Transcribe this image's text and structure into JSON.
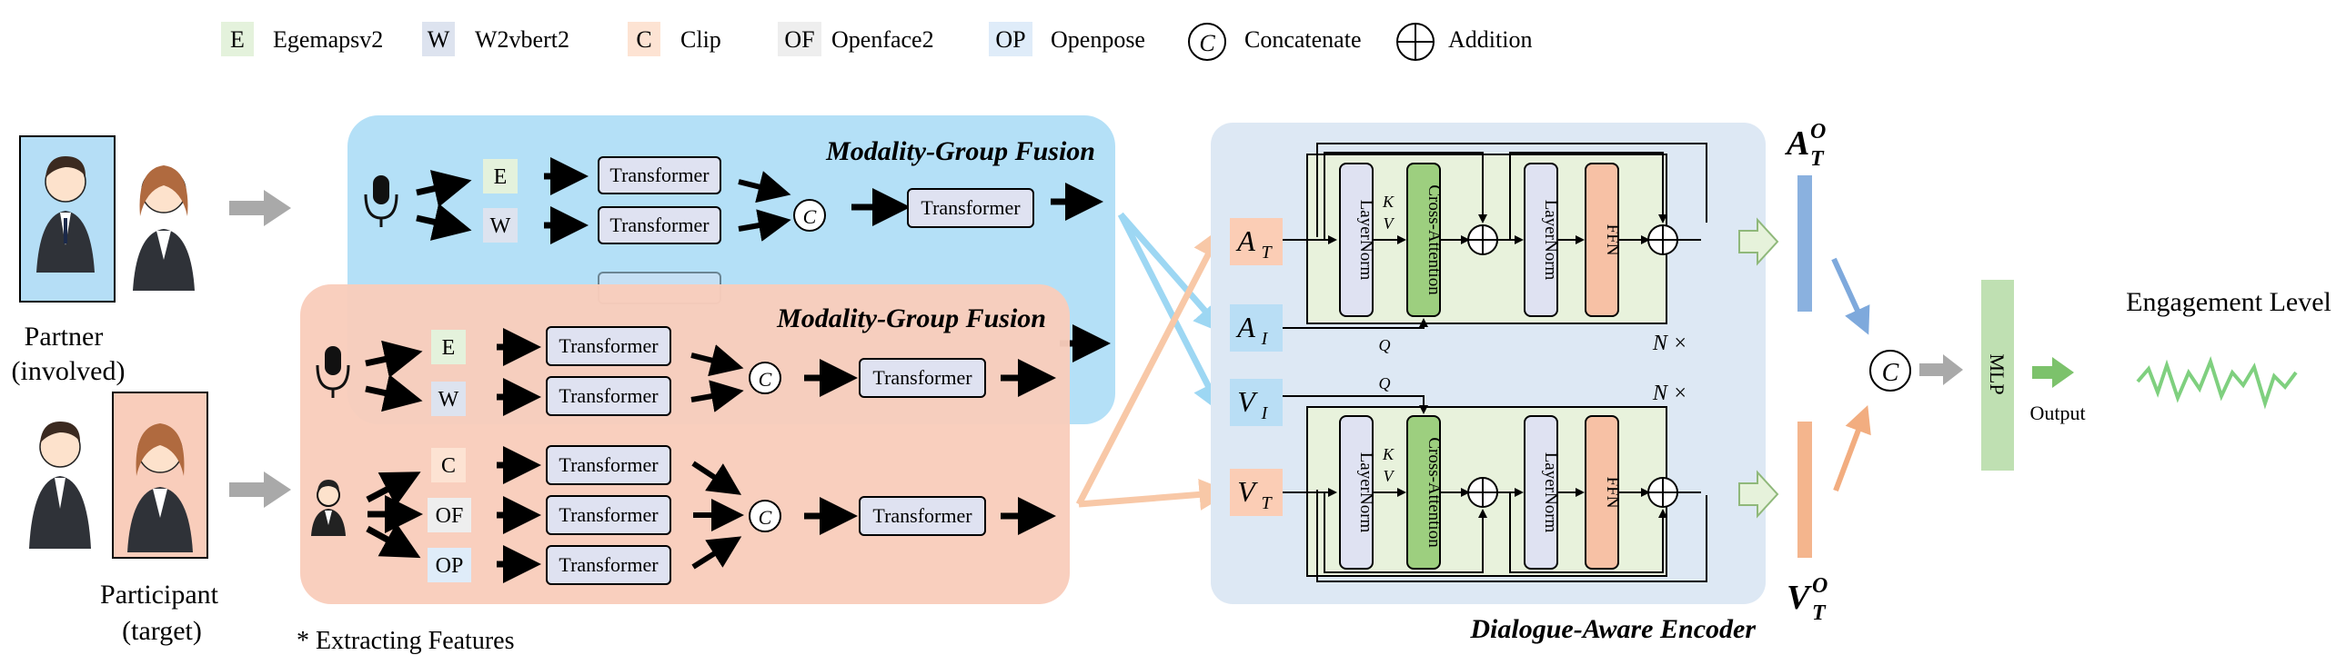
{
  "legend": [
    {
      "code": "E",
      "label": "Egemapsv2",
      "color": "#e4f2dc"
    },
    {
      "code": "W",
      "label": "W2vbert2",
      "color": "#dde3ef"
    },
    {
      "code": "C",
      "label": "Clip",
      "color": "#fde3d3"
    },
    {
      "code": "OF",
      "label": "Openface2",
      "color": "#eeeeee"
    },
    {
      "code": "OP",
      "label": "Openpose",
      "color": "#dfecf9"
    },
    {
      "symbol": "circle-c",
      "label": "Concatenate"
    },
    {
      "symbol": "circle-plus",
      "label": "Addition"
    }
  ],
  "people": {
    "partner": {
      "line1": "Partner",
      "line2": "(involved)"
    },
    "participant": {
      "line1": "Participant",
      "line2": "(target)"
    }
  },
  "fusion": {
    "title": "Modality-Group Fusion",
    "audio_features": [
      "E",
      "W"
    ],
    "visual_features": [
      "C",
      "OF",
      "OP"
    ],
    "block": "Transformer",
    "concat": "C",
    "note": "* Extracting Features"
  },
  "encoder": {
    "title": "Dialogue-Aware Encoder",
    "inputs": {
      "a_t": {
        "base": "A",
        "sub": "T"
      },
      "a_i": {
        "base": "A",
        "sub": "I"
      },
      "v_i": {
        "base": "V",
        "sub": "I"
      },
      "v_t": {
        "base": "V",
        "sub": "T"
      }
    },
    "layernorm": "LayerNorm",
    "cross_attention": "Cross-Attention",
    "ffn": "FFN",
    "k": "K",
    "v": "V",
    "q": "Q",
    "repeat": "N ×"
  },
  "outputs": {
    "audio": {
      "base": "A",
      "sup": "O",
      "sub": "T"
    },
    "video": {
      "base": "V",
      "sup": "O",
      "sub": "T"
    }
  },
  "head": {
    "concat": "C",
    "mlp": "MLP",
    "output": "Output",
    "engagement": "Engagement Level"
  },
  "colors": {
    "blue_panel": "#b4e0f7",
    "salmon_panel": "#f9cdbb",
    "encoder_panel": "#dde8f4",
    "green_block": "#e8f2dc",
    "transformer_fill": "#dfe2f1",
    "layernorm_fill": "#dfe2f2",
    "cross_fill": "#9dcf7f",
    "ffn_fill": "#f7c1a5",
    "input_orange": "#fbcdb5",
    "input_blue": "#b9def5",
    "bar_blue": "#8ab1df",
    "bar_orange": "#f4b58d",
    "mlp_green": "#bfe0b2"
  }
}
